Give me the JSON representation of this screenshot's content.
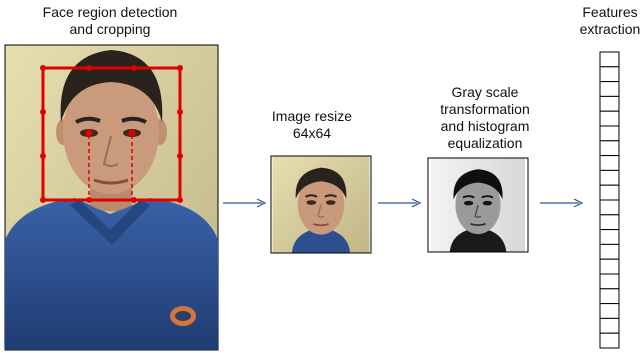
{
  "steps": [
    {
      "lines": [
        "Face region detection",
        "and cropping"
      ]
    },
    {
      "lines": [
        "Image resize",
        "64x64"
      ]
    },
    {
      "lines": [
        "Gray scale",
        "transformation",
        "and histogram",
        "equalization"
      ]
    },
    {
      "lines": [
        "Features",
        "extraction"
      ]
    }
  ],
  "colors": {
    "arrow": "#2f5597",
    "detection_box": "#e00000",
    "frame_border": "#000000",
    "shirt": "#2a4d8a",
    "background": "#d8cfa0",
    "skin": "#c79a7c",
    "hair": "#2a221c"
  },
  "feature_vector": {
    "cells": 20
  },
  "resize_size": "64x64"
}
